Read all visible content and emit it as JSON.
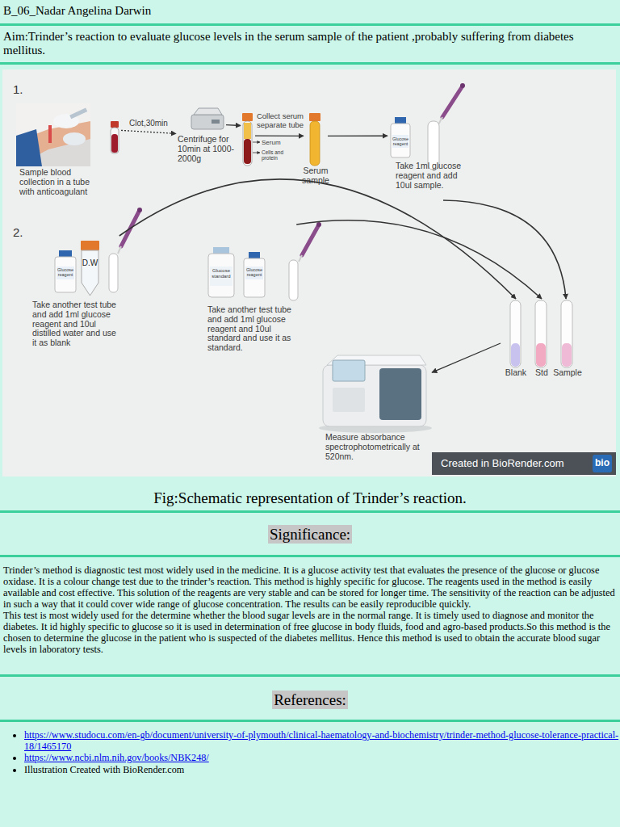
{
  "diagram": {
    "caption": "Fig:Schematic representation of Trinder’s reaction.",
    "nodes": [
      {
        "text": [
          "Sample blood collection in a tube with anticoagulant"
        ]
      },
      {
        "text": [
          "Centrifuge for 10min at 1000-2000g"
        ]
      },
      {
        "text": [
          "Serum",
          "Cells and protein"
        ]
      },
      {
        "text": [
          "Serum sample"
        ]
      },
      {
        "text": [
          "Glucose reagent",
          "Take 1ml glucose reagent and add 10ul sample."
        ]
      },
      {
        "text": [
          "Glucose reagent",
          "D.W",
          "Take another test tube and add 1ml glucose reagent and 10ul distilled water and use it as blank"
        ]
      },
      {
        "text": [
          "Glucose standard",
          "Glucose reagent",
          "Take another test tube and add 1ml glucose reagent and 10ul standard and use it as standard."
        ]
      },
      {
        "text": [
          "Blank"
        ]
      },
      {
        "text": [
          "Std"
        ]
      },
      {
        "text": [
          "Sample"
        ]
      },
      {
        "text": [
          "Measure absorbance spectrophotometrically at 520nm."
        ]
      }
    ],
    "edges": [
      {
        "from": 0,
        "to": 1,
        "label": "Clot,30min",
        "arrow": "to"
      },
      {
        "from": 1,
        "to": 2,
        "arrow": "to"
      },
      {
        "from": 2,
        "to": 3,
        "label": "Collect serum separate tube",
        "arrow": "to"
      },
      {
        "from": 3,
        "to": 4,
        "arrow": "to"
      },
      {
        "from": 4,
        "to": 9,
        "arrow": "to"
      },
      {
        "from": 5,
        "to": 7,
        "arrow": "to"
      },
      {
        "from": 6,
        "to": 8,
        "arrow": "to"
      },
      {
        "from": 7,
        "to": 10,
        "arrow": "to"
      }
    ],
    "labels": [
      "B_06_Nadar Angelina Darwin",
      "Aim:Trinder’s reaction to evaluate glucose levels in the serum sample of the patient ,probably suffering from diabetes mellitus.",
      "1.",
      "2.",
      "Created in BioRender.com",
      "bio",
      "Significance:",
      "Trinder’s method is diagnostic test most widely used in the medicine. It is a glucose activity test that evaluates the presence of the glucose or glucose oxidase. It is a colour change test due to the trinder’s reaction. This method is highly specific for glucose. The reagents used in the method is easily available and cost effective. This solution of the reagents are very stable and can be stored for longer time. The sensitivity of the reaction can be adjusted in such a way that it could cover wide range of glucose concentration. The results can be easily reproducible quickly.",
      "This test is most widely used for the determine whether the blood sugar levels are in the normal range. It is timely used to diagnose and monitor the diabetes. It id highly specific to glucose so it is used in determination of free glucose in body fluids, food and agro-based products.So this method is the chosen to determine the glucose in the patient who is suspected of the diabetes mellitus. Hence this method is used to obtain the accurate blood sugar levels in laboratory tests.",
      "References:",
      "https://www.studocu.com/en-gb/document/university-of-plymouth/clinical-haematology-and-biochemistry/trinder-method-glucose-tolerance-practical-18/1465170",
      "https://www.ncbi.nlm.nih.gov/books/NBK248/",
      "Illustration Created with BioRender.com"
    ]
  }
}
